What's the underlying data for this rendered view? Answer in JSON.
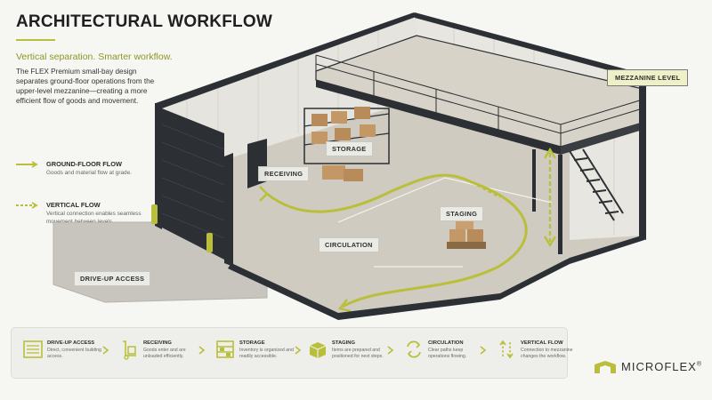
{
  "header": {
    "title": "ARCHITECTURAL WORKFLOW",
    "subtitle": "Vertical separation. Smarter workflow.",
    "intro": "The FLEX Premium small-bay design separates ground-floor operations from the upper-level mezzanine—creating a more efficient flow of goods and movement."
  },
  "legend": {
    "ground": {
      "title": "GROUND-FLOOR FLOW",
      "desc": "Goods and material flow at grade."
    },
    "vertical": {
      "title": "VERTICAL FLOW",
      "desc": "Vertical connection enables seamless movement between levels."
    }
  },
  "labels": {
    "mezzanine": "MEZZANINE LEVEL",
    "storage": "STORAGE",
    "receiving": "RECEIVING",
    "staging": "STAGING",
    "circulation": "CIRCULATION",
    "drive_up": "DRIVE-UP ACCESS"
  },
  "steps": [
    {
      "title": "DRIVE-UP ACCESS",
      "desc": "Direct, convenient building access.",
      "icon": "roll-up-door-icon"
    },
    {
      "title": "RECEIVING",
      "desc": "Goods enter and are unloaded efficiently.",
      "icon": "hand-truck-icon"
    },
    {
      "title": "STORAGE",
      "desc": "Inventory is organized and readily accessible.",
      "icon": "shelving-icon"
    },
    {
      "title": "STAGING",
      "desc": "Items are prepared and positioned for next steps.",
      "icon": "box-icon"
    },
    {
      "title": "CIRCULATION",
      "desc": "Clear paths keep operations flowing.",
      "icon": "cycle-arrows-icon"
    },
    {
      "title": "VERTICAL FLOW",
      "desc": "Connection to mezzanine changes the workflow.",
      "icon": "up-down-arrows-icon"
    }
  ],
  "brand": {
    "name": "MICROFLEX",
    "trademark": "®"
  },
  "colors": {
    "accent": "#b9bf3a",
    "accent_dark": "#8f9624",
    "frame": "#2c2f33",
    "floor": "#cfcbc1"
  }
}
